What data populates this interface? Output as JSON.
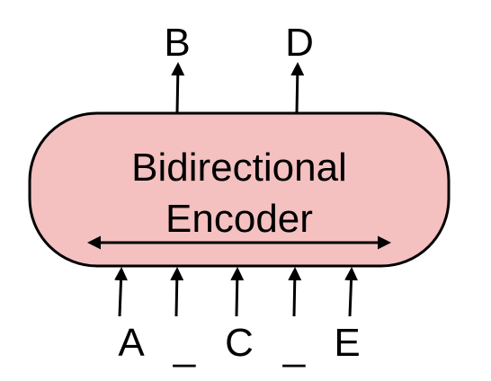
{
  "encoder": {
    "title_line1": "Bidirectional",
    "title_line2": "Encoder",
    "fill_color": "#f4c0c0",
    "stroke_color": "#000000"
  },
  "outputs": [
    "B",
    "D"
  ],
  "inputs": [
    "A",
    "_",
    "C",
    "_",
    "E"
  ]
}
